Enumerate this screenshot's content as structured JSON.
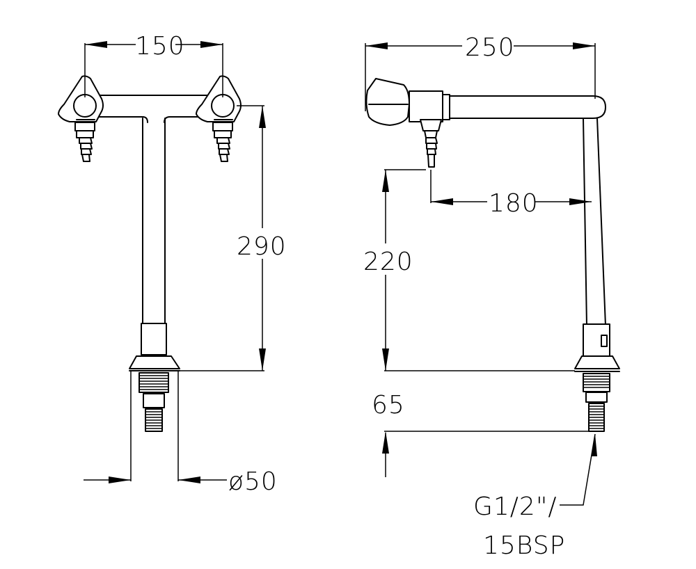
{
  "front_view": {
    "dim_width_between_handles": "150",
    "dim_height": "290",
    "dim_base_diameter": "ø50"
  },
  "side_view": {
    "dim_overall_length": "250",
    "dim_reach": "180",
    "dim_outlet_height": "220",
    "dim_thread_length": "65",
    "thread_spec_line1": "G1/2\"/",
    "thread_spec_line2": "15BSP"
  }
}
